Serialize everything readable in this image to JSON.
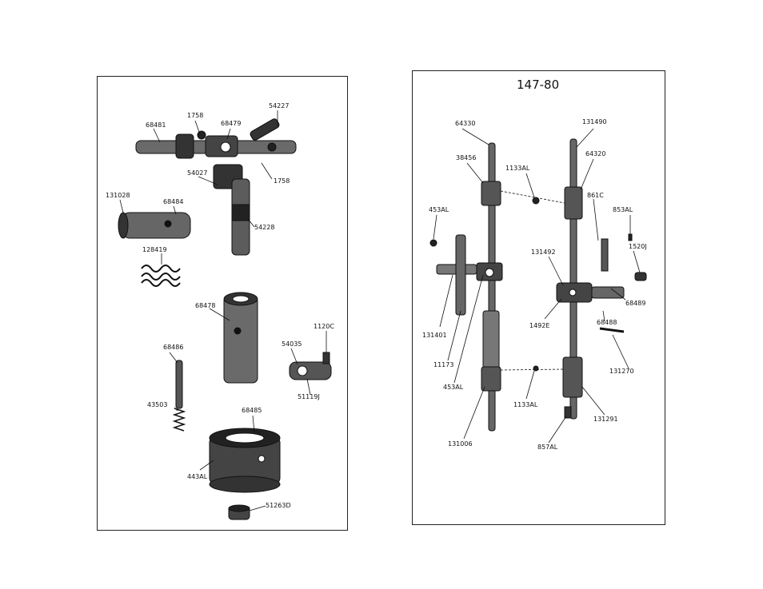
{
  "left_panel": {
    "labels": {
      "p68481": "68481",
      "p1758a": "1758",
      "p68479": "68479",
      "p54227": "54227",
      "p54027": "54027",
      "p1758b": "1758",
      "p131028": "131028",
      "p68484": "68484",
      "p54228": "54228",
      "p128419": "128419",
      "p68478": "68478",
      "p1120c": "1120C",
      "p54035": "54035",
      "p68486": "68486",
      "p51119j": "51119J",
      "p43503": "43503",
      "p68485": "68485",
      "p443al": "443AL",
      "p51263d": "51263D"
    }
  },
  "right_panel": {
    "title": "147-80",
    "labels": {
      "p64330": "64330",
      "p131490": "131490",
      "p38456": "38456",
      "p1133al_top": "1133AL",
      "p64320": "64320",
      "p861c": "861C",
      "p453al_top": "453AL",
      "p853al": "853AL",
      "p1520j": "1520J",
      "p131492": "131492",
      "p131401": "131401",
      "p68489": "68489",
      "p1492e": "1492E",
      "p68488": "68488",
      "p11173": "11173",
      "p131270": "131270",
      "p453al_bot": "453AL",
      "p1133al_bot": "1133AL",
      "p131291": "131291",
      "p131006": "131006",
      "p857al": "857AL"
    }
  }
}
